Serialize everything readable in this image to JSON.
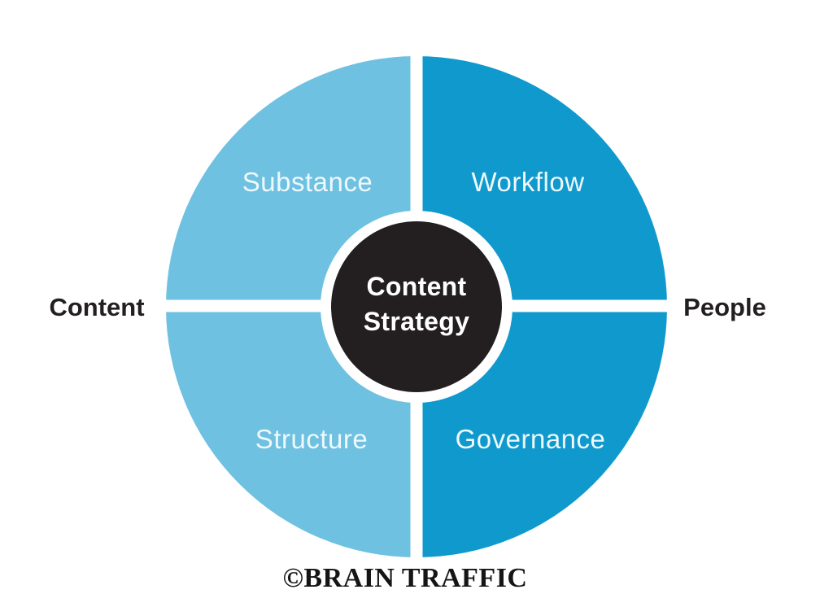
{
  "diagram": {
    "title_center": {
      "line1": "Content",
      "line2": "Strategy"
    },
    "quadrants": [
      {
        "id": "substance",
        "label": "Substance",
        "position": "top-left"
      },
      {
        "id": "workflow",
        "label": "Workflow",
        "position": "top-right"
      },
      {
        "id": "structure",
        "label": "Structure",
        "position": "bottom-left"
      },
      {
        "id": "governance",
        "label": "Governance",
        "position": "bottom-right"
      }
    ],
    "axis_labels": {
      "left": "Content",
      "right": "People"
    },
    "caption": "©BRAIN TRAFFIC",
    "colors": {
      "light_blue": "#6EC1E1",
      "dark_blue": "#1099CD",
      "center_black": "#231F20",
      "background": "#FFFFFF"
    }
  }
}
